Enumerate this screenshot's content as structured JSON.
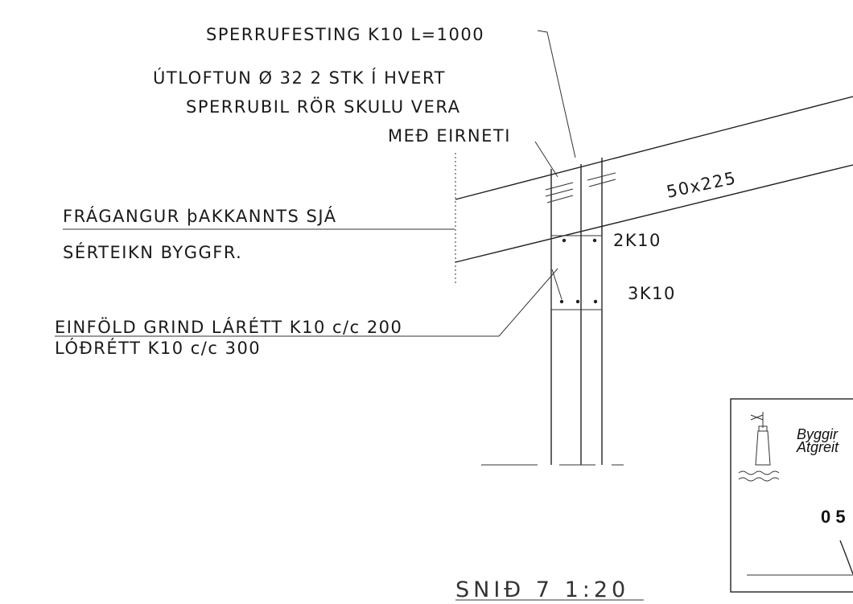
{
  "annotations": {
    "sperrufesting": "SPERRUFESTING K10 L=1000",
    "utloftun_1": "ÚTLOFTUN Ø 32 2 STK Í HVERT",
    "utloftun_2": "SPERRUBIL RÖR SKULU VERA",
    "utloftun_3": "MEÐ EIRNETI",
    "fragangur_1": "FRÁGANGUR þAKKANNTS SJÁ",
    "fragangur_2": "SÉRTEIKN BYGGFR.",
    "rafter_size": "50x225",
    "rebar_2k10": "2K10",
    "rebar_3k10": "3K10",
    "grind_1": "EINFÖLD GRIND LÁRÉTT K10 c/c 200",
    "grind_2": "LÓÐRÉTT K10 c/c 300"
  },
  "section_title": "SNIÐ 7 1:20",
  "stamp": {
    "line_1": "Byggir",
    "line_2": "Atgreit",
    "number": "0 5"
  }
}
